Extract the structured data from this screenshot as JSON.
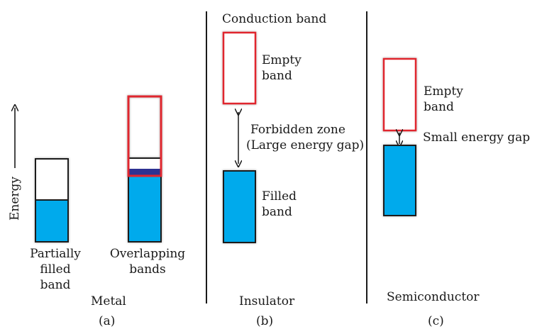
{
  "energy_axis": {
    "label": "Energy"
  },
  "metal": {
    "partial_label": [
      "Partially",
      "filled",
      "band"
    ],
    "overlap_label": [
      "Overlapping",
      "bands"
    ],
    "name": "Metal",
    "tag": "(a)"
  },
  "insulator": {
    "conduction_label": "Conduction band",
    "empty_label": [
      "Empty",
      "band"
    ],
    "gap_label": [
      "Forbidden zone",
      "(Large energy gap)"
    ],
    "filled_label": [
      "Filled",
      "band"
    ],
    "name": "Insulator",
    "tag": "(b)"
  },
  "semiconductor": {
    "empty_label": [
      "Empty",
      "band"
    ],
    "gap_label": "Small energy gap",
    "name": "Semiconductor",
    "tag": "(c)"
  },
  "colors": {
    "filled_band": "#00aaec",
    "empty_band_border": "#e0262e",
    "overlap_strip": "#2e3192",
    "outline": "#1a1a1a"
  }
}
